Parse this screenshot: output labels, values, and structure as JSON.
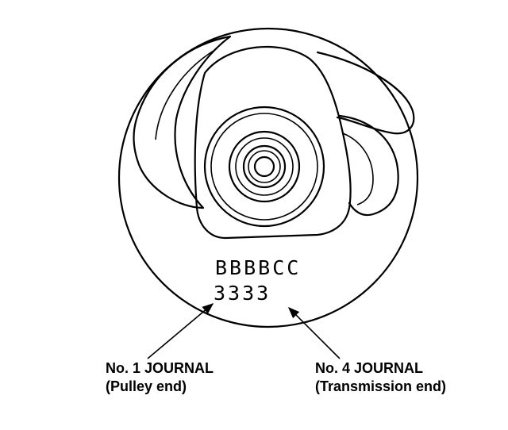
{
  "codes": {
    "main_journal_letters": "BBBBCC",
    "rod_journal_numbers": "3333"
  },
  "callouts": {
    "journal_1": {
      "title": "No. 1 JOURNAL",
      "subtitle": "(Pulley end)"
    },
    "journal_4": {
      "title": "No. 4 JOURNAL",
      "subtitle": "(Transmission end)"
    }
  }
}
